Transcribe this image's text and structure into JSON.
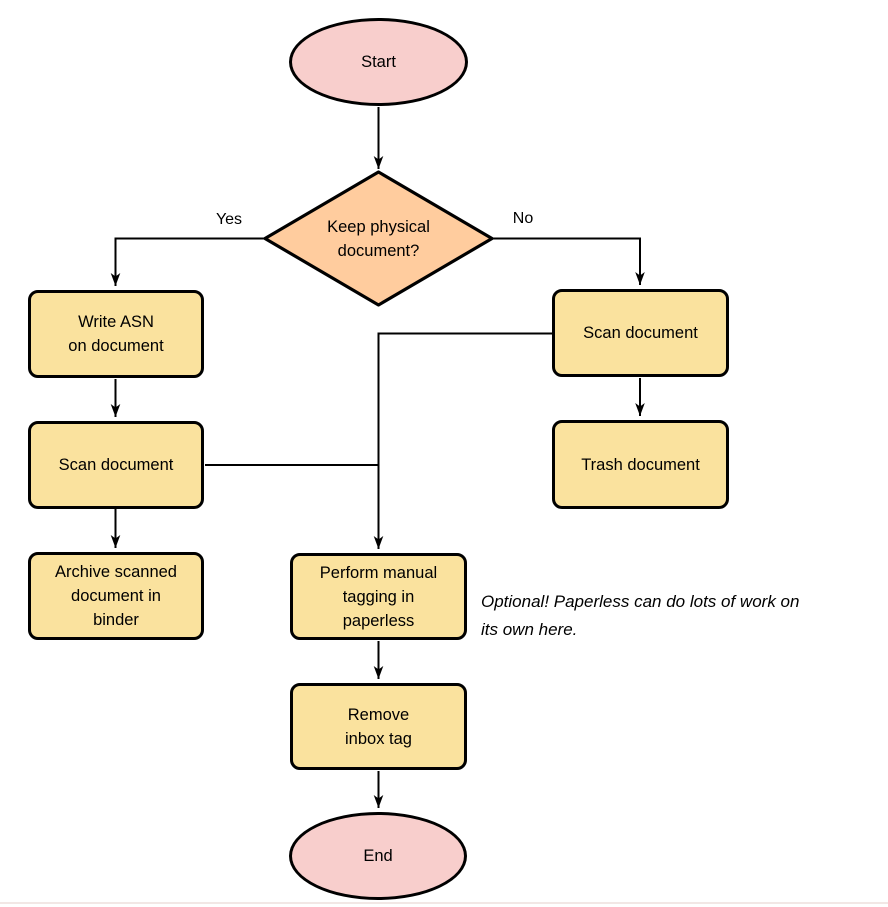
{
  "colors": {
    "terminator_fill": "#F8CECC",
    "decision_fill": "#FFCC9E",
    "process_fill": "#FAE29E",
    "stroke": "#000000"
  },
  "nodes": {
    "start": {
      "label": "Start"
    },
    "decision": {
      "label": "Keep physical\ndocument?"
    },
    "write_asn": {
      "label": "Write ASN\non document"
    },
    "scan_left": {
      "label": "Scan document"
    },
    "archive": {
      "label": "Archive scanned\ndocument in\nbinder"
    },
    "scan_right": {
      "label": "Scan document"
    },
    "trash": {
      "label": "Trash document"
    },
    "perform_tagging": {
      "label": "Perform manual\ntagging in\npaperless"
    },
    "remove_inbox": {
      "label": "Remove\ninbox tag"
    },
    "end": {
      "label": "End"
    }
  },
  "edges": {
    "yes_label": "Yes",
    "no_label": "No"
  },
  "note": {
    "line1": "Optional! Paperless can do lots of work on",
    "line2": "its own here."
  }
}
